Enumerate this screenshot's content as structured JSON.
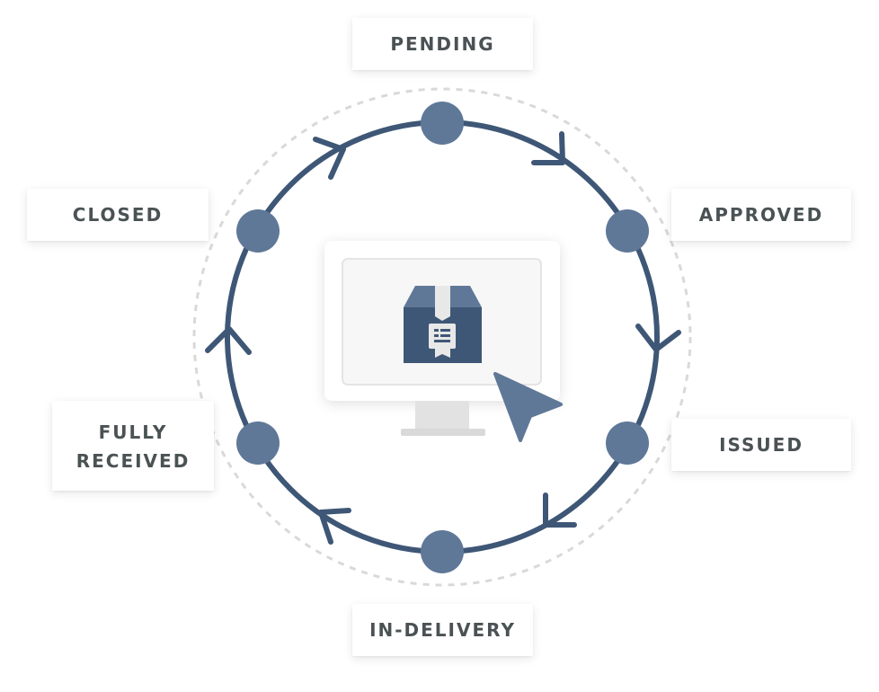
{
  "diagram": {
    "stages": [
      {
        "id": "pending",
        "label": "PENDING"
      },
      {
        "id": "approved",
        "label": "APPROVED"
      },
      {
        "id": "issued",
        "label": "ISSUED"
      },
      {
        "id": "in_delivery",
        "label": "IN-DELIVERY"
      },
      {
        "id": "fully_received",
        "label_line1": "FULLY",
        "label_line2": "RECEIVED"
      },
      {
        "id": "closed",
        "label": "CLOSED"
      }
    ],
    "center_graphic": {
      "icons": [
        "monitor-icon",
        "package-box-icon",
        "cursor-arrow-icon"
      ]
    },
    "colors": {
      "ring": "#3f5776",
      "node": "#5f7898",
      "dashed_ring": "#d9d9d9",
      "label_text": "#4a5254",
      "box_dark": "#3f5776",
      "box_light": "#5f7898"
    }
  }
}
